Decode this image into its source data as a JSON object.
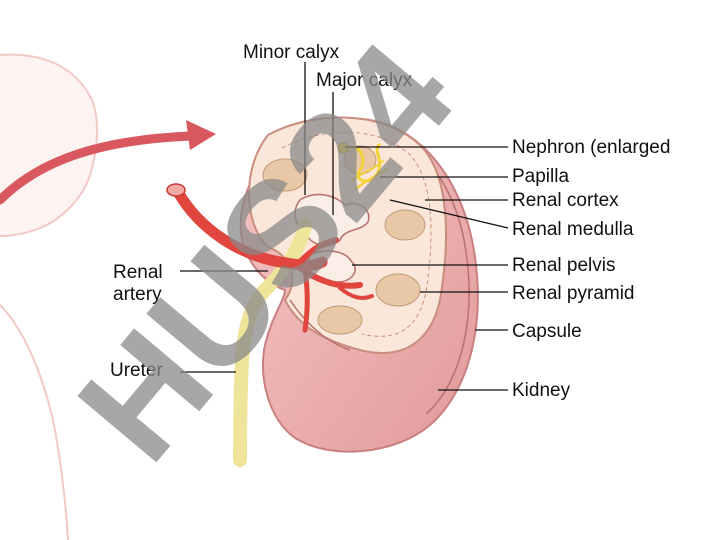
{
  "labels": {
    "minor_calyx": "Minor calyx",
    "major_calyx": "Major calyx",
    "nephron": "Nephron (enlarged",
    "papilla": "Papilla",
    "renal_cortex": "Renal cortex",
    "renal_medulla": "Renal medulla",
    "renal_pelvis": "Renal pelvis",
    "renal_pyramid": "Renal pyramid",
    "capsule": "Capsule",
    "kidney": "Kidney",
    "renal_artery_line1": "Renal",
    "renal_artery_line2": "artery",
    "ureter": "Ureter"
  },
  "watermark": "HUS24",
  "colors": {
    "kidney": "#e8a3a3",
    "artery": "#e0453e",
    "ureter": "#efe59a",
    "body_outline": "#f2c9c4",
    "arrow": "#d9575f"
  }
}
